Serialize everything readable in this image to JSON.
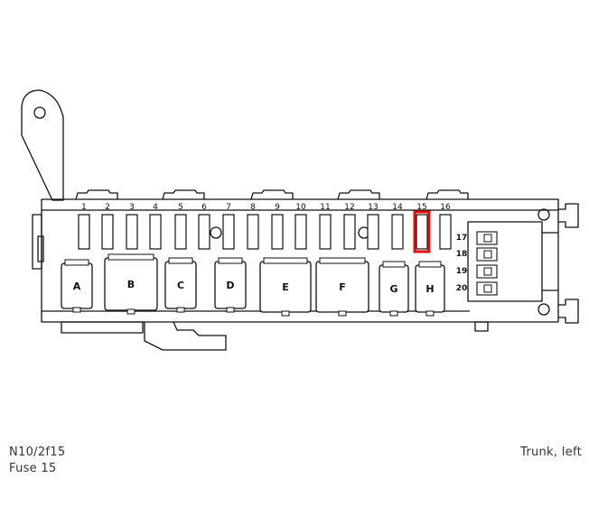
{
  "diagram": {
    "fuse_numbers": [
      "1",
      "2",
      "3",
      "4",
      "5",
      "6",
      "7",
      "8",
      "9",
      "10",
      "11",
      "12",
      "13",
      "14",
      "15",
      "16"
    ],
    "relay_letters": [
      "A",
      "B",
      "C",
      "D",
      "E",
      "F",
      "G",
      "H"
    ],
    "side_numbers": [
      "17",
      "18",
      "19",
      "20"
    ],
    "highlighted_fuse": "15",
    "highlight_color": "#e01010",
    "line_color": "#111111"
  },
  "captions": {
    "code": "N10/2f15",
    "fuse": "Fuse 15",
    "location": "Trunk, left"
  }
}
